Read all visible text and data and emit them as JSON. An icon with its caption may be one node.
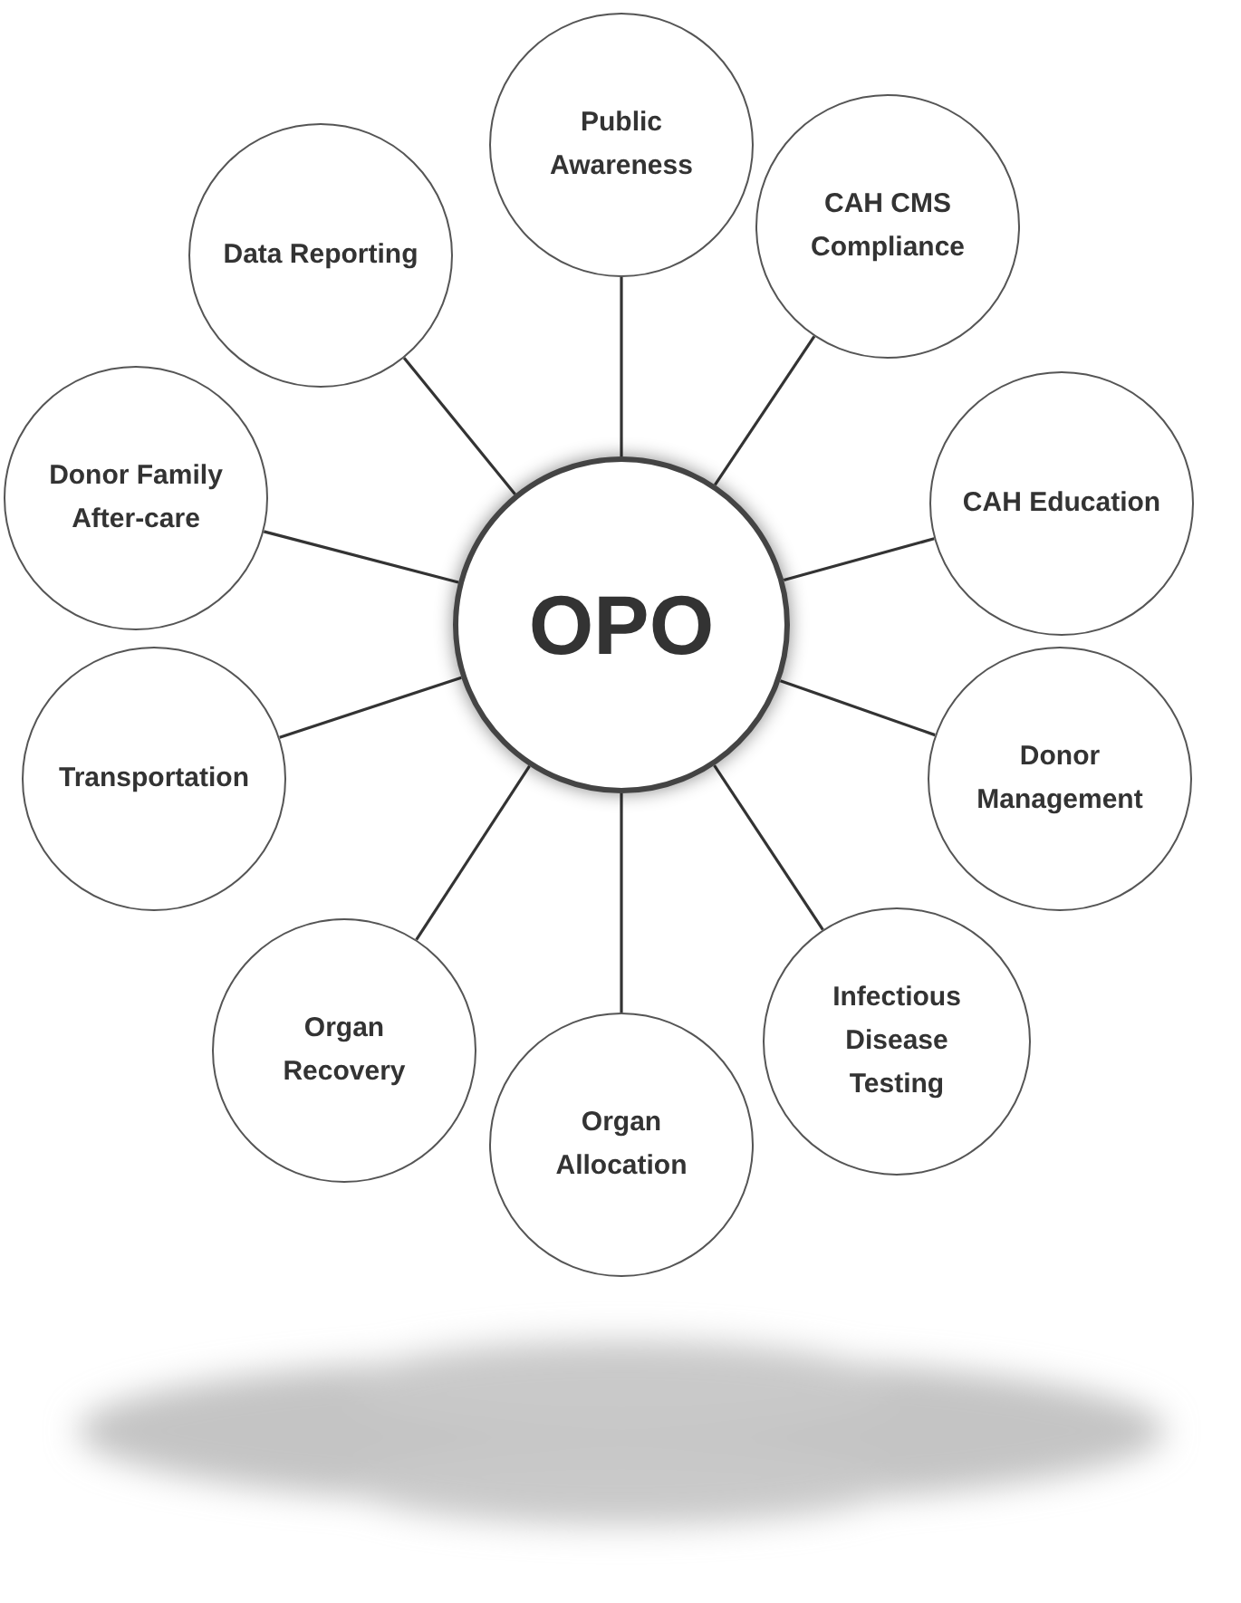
{
  "diagram": {
    "nodes": [
      {
        "text": [
          "OPO"
        ]
      },
      {
        "text": [
          "Public Awareness"
        ]
      },
      {
        "text": [
          "CAH CMS Compliance"
        ]
      },
      {
        "text": [
          "CAH Education"
        ]
      },
      {
        "text": [
          "Donor Management"
        ]
      },
      {
        "text": [
          "Infectious Disease Testing"
        ]
      },
      {
        "text": [
          "Organ Allocation"
        ]
      },
      {
        "text": [
          "Organ Recovery"
        ]
      },
      {
        "text": [
          "Transportation"
        ]
      },
      {
        "text": [
          "Donor Family After-care"
        ]
      },
      {
        "text": [
          "Data Reporting"
        ]
      }
    ],
    "edges": [
      {
        "from": 0,
        "to": 1,
        "arrow": "none"
      },
      {
        "from": 0,
        "to": 2,
        "arrow": "none"
      },
      {
        "from": 0,
        "to": 3,
        "arrow": "none"
      },
      {
        "from": 0,
        "to": 4,
        "arrow": "none"
      },
      {
        "from": 0,
        "to": 5,
        "arrow": "none"
      },
      {
        "from": 0,
        "to": 6,
        "arrow": "none"
      },
      {
        "from": 0,
        "to": 7,
        "arrow": "none"
      },
      {
        "from": 0,
        "to": 8,
        "arrow": "none"
      },
      {
        "from": 0,
        "to": 9,
        "arrow": "none"
      },
      {
        "from": 0,
        "to": 10,
        "arrow": "none"
      }
    ]
  }
}
